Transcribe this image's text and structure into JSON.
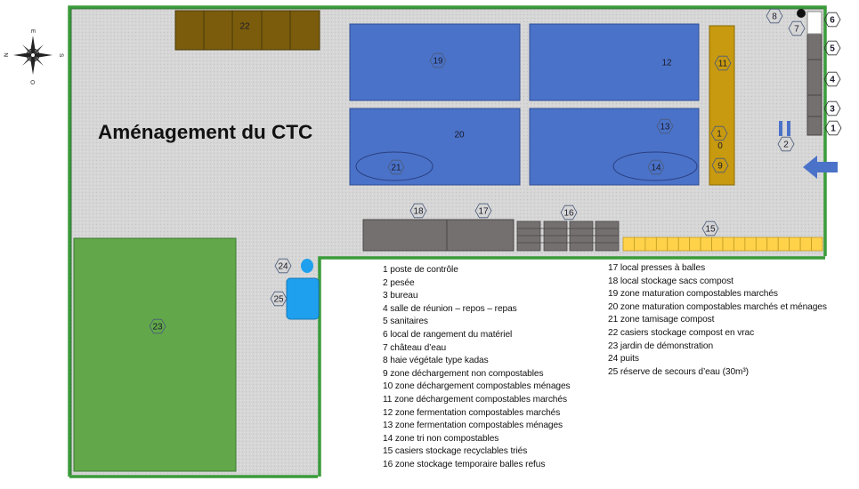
{
  "title": "Aménagement du CTC",
  "compass": {
    "n": "N",
    "s": "S",
    "e": "E",
    "o": "O"
  },
  "zones": {
    "z1": "1",
    "z2": "2",
    "z3": "3",
    "z4": "4",
    "z5": "5",
    "z6": "6",
    "z7": "7",
    "z8": "8",
    "z9": "9",
    "z10a": "1",
    "z10b": "0",
    "z11": "11",
    "z12": "12",
    "z13": "13",
    "z14": "14",
    "z15": "15",
    "z16": "16",
    "z17": "17",
    "z18": "18",
    "z19": "19",
    "z20": "20",
    "z21": "21",
    "z22": "22",
    "z23": "23",
    "z24": "24",
    "z25": "25"
  },
  "legend_left": [
    "1 poste de contrôle",
    "2 pesée",
    "3 bureau",
    "4 salle de réunion – repos – repas",
    "5 sanitaires",
    "6 local de rangement du matériel",
    "7 château d’eau",
    "8 haie végétale type kadas",
    "9 zone déchargement non compostables",
    "10 zone déchargement compostables ménages",
    "11 zone déchargement compostables marchés",
    "12 zone fermentation compostables marchés",
    "13 zone fermentation compostables ménages",
    "14 zone tri non compostables",
    "15 casiers stockage recyclables triés",
    "16 zone stockage temporaire balles refus"
  ],
  "legend_right": [
    "17 local presses à balles",
    "18 local stockage sacs compost",
    "19 zone maturation compostables marchés",
    "20 zone maturation compostables marchés et ménages",
    "21 zone tamisage compost",
    "22 casiers stockage compost en vrac",
    "23 jardin de démonstration",
    "24 puits",
    "25 réserve de secours d’eau (30m³)"
  ],
  "colors": {
    "wall": "#3a9c3a",
    "ground": "#d8d8d8",
    "blue_zone": "#4a72c8",
    "orange_zone": "#c89a10",
    "brown": "#7a5c0c",
    "grey_building": "#757070",
    "yellow_casier": "#ffd24a",
    "garden": "#62a84a",
    "water": "#1fa0ee"
  }
}
